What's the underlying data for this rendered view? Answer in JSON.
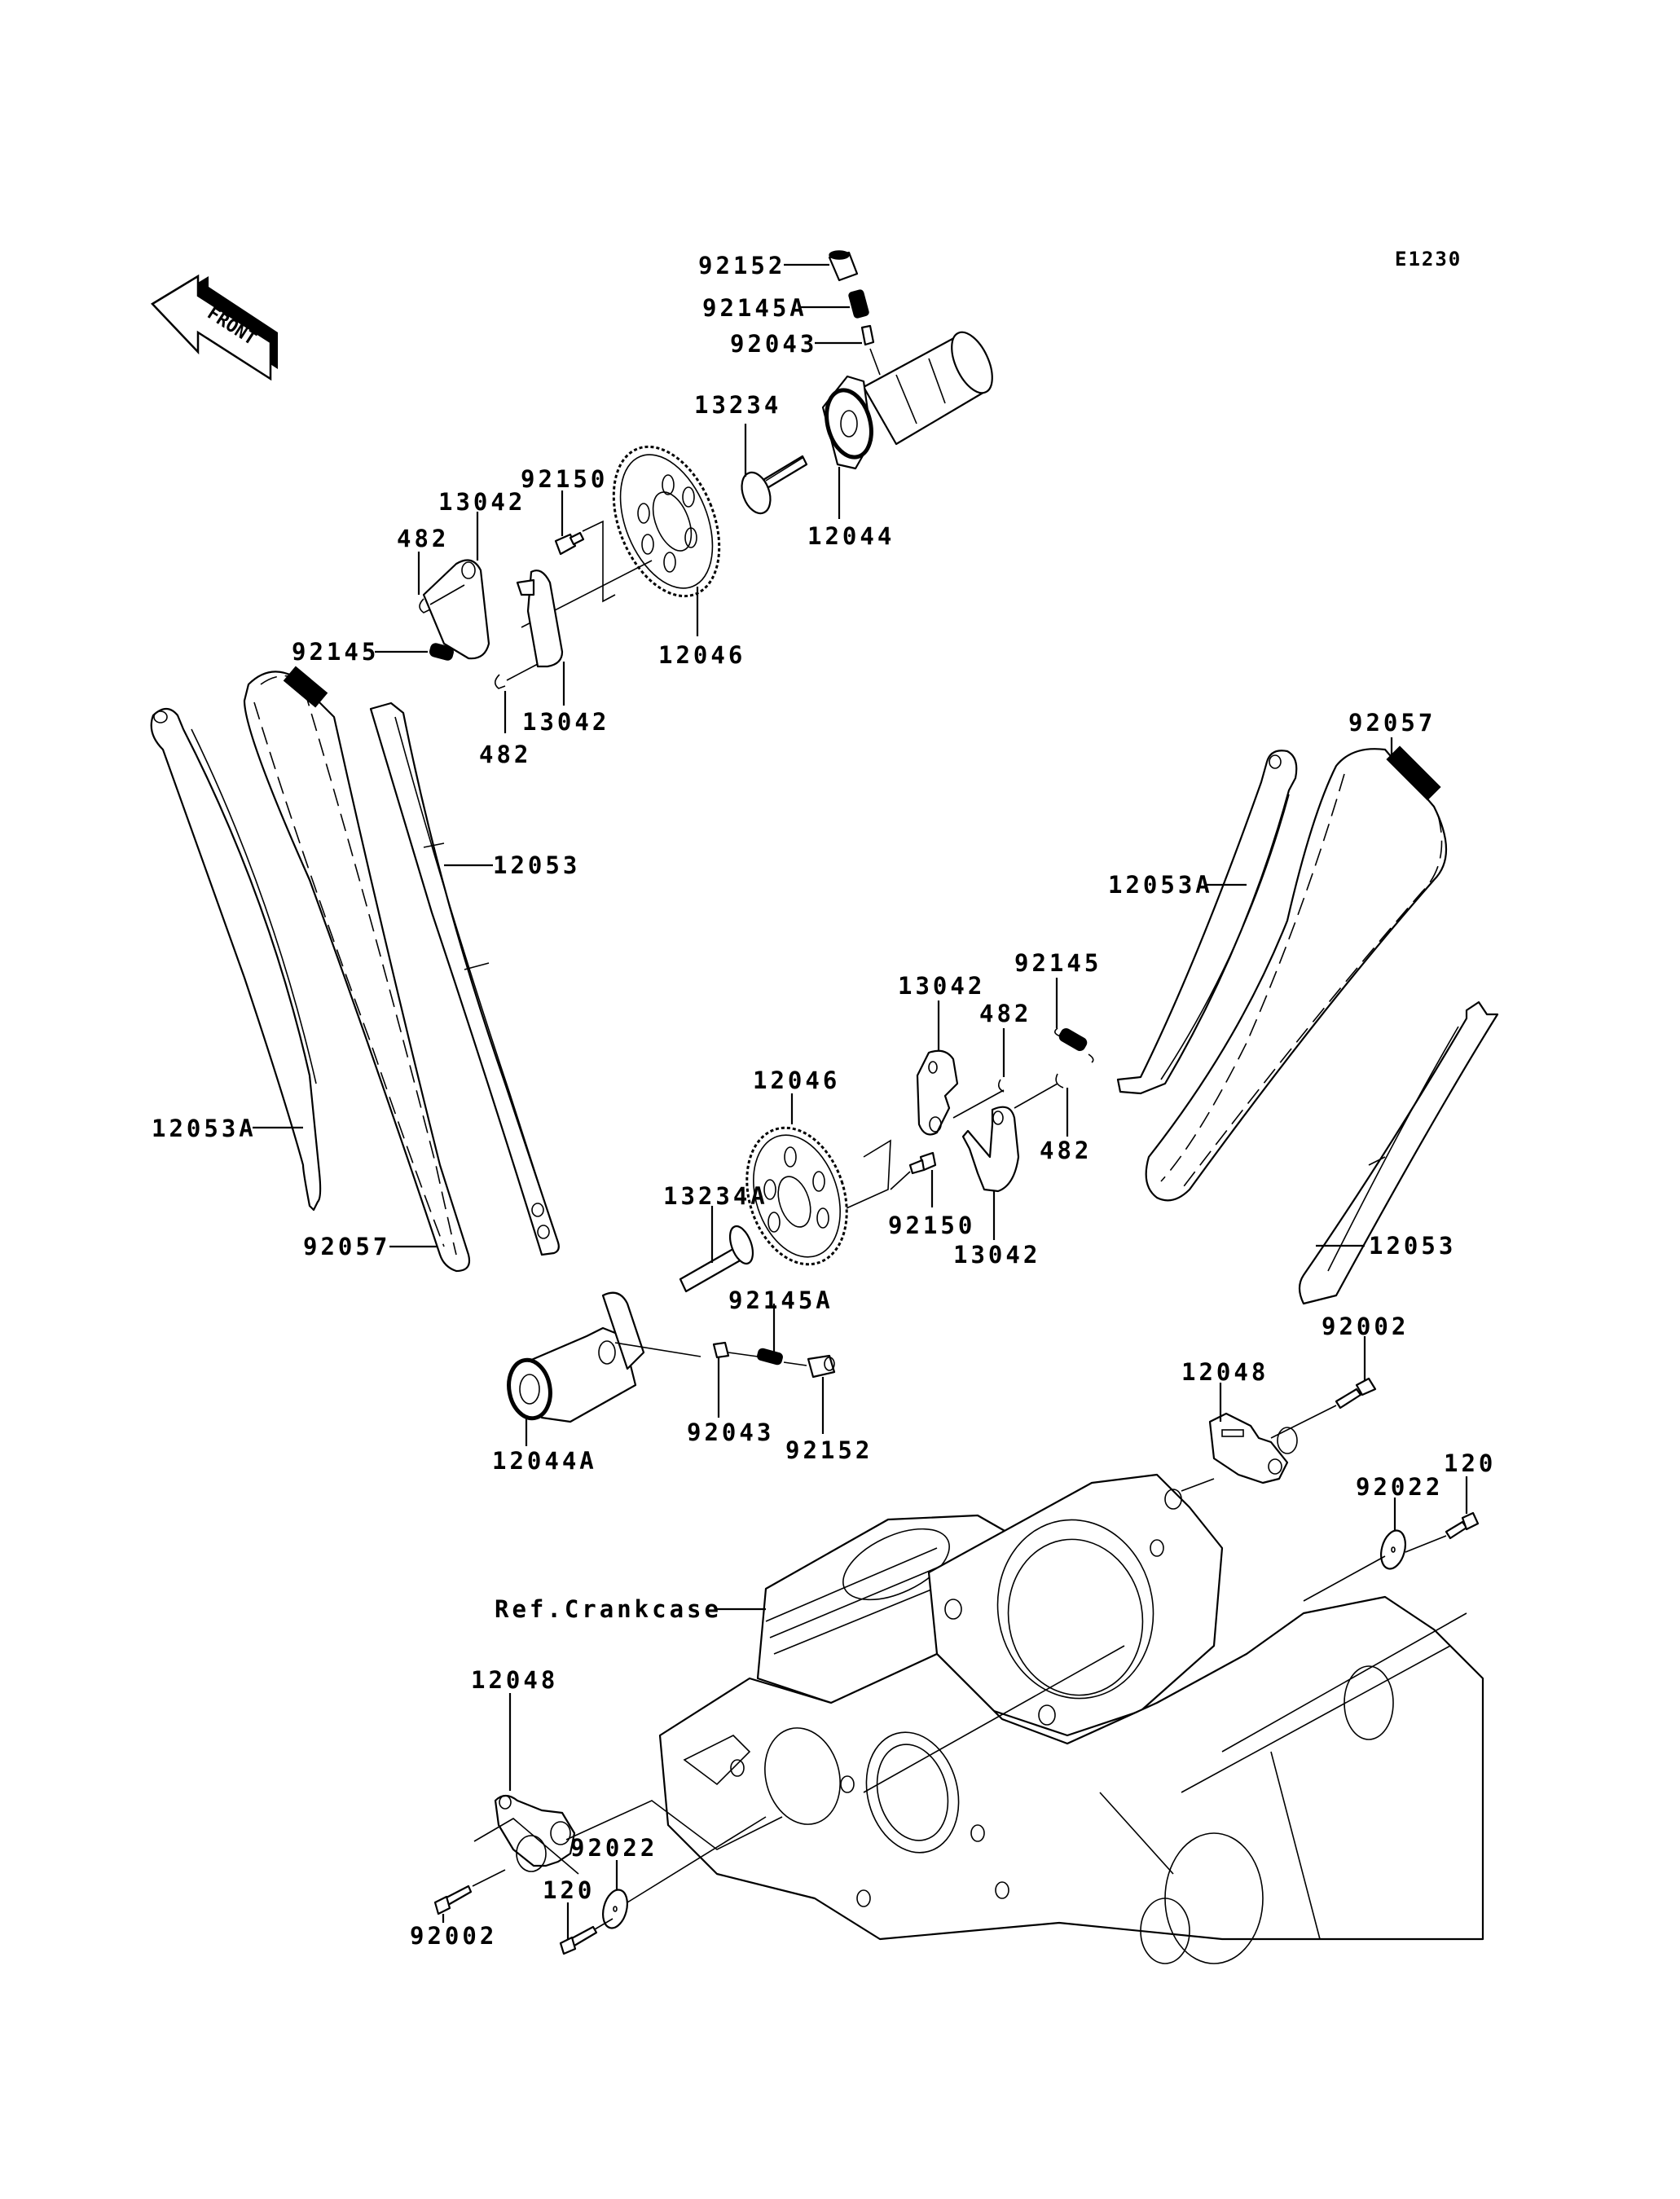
{
  "diagram": {
    "title": "Camshaft / Tensioner exploded parts diagram",
    "figure_code": "E1230",
    "front_arrow_label": "FRONT",
    "reference_label": "Ref.Crankcase",
    "callouts": {
      "rear_cyl_92152": "92152",
      "rear_cyl_92145A": "92145A",
      "rear_cyl_92043": "92043",
      "rear_cyl_13234": "13234",
      "rear_cyl_12044": "12044",
      "rear_cyl_92150": "92150",
      "rear_cyl_13042_a": "13042",
      "rear_cyl_482_a": "482",
      "rear_cyl_92145": "92145",
      "rear_cyl_12046": "12046",
      "rear_cyl_13042_b": "13042",
      "rear_cyl_482_b": "482",
      "left_12053": "12053",
      "left_12053A": "12053A",
      "left_92057": "92057",
      "right_92057": "92057",
      "right_12053A": "12053A",
      "right_12053": "12053",
      "front_cyl_92145": "92145",
      "front_cyl_13042_a": "13042",
      "front_cyl_482_a": "482",
      "front_cyl_482_b": "482",
      "front_cyl_12046": "12046",
      "front_cyl_13234A": "13234A",
      "front_cyl_92150": "92150",
      "front_cyl_13042_b": "13042",
      "front_cyl_92145A": "92145A",
      "front_cyl_12044A": "12044A",
      "front_cyl_92043": "92043",
      "front_cyl_92152": "92152",
      "tensioner_r_12048": "12048",
      "tensioner_r_92002": "92002",
      "tensioner_r_120": "120",
      "tensioner_r_92022": "92022",
      "tensioner_l_12048": "12048",
      "tensioner_l_92002": "92002",
      "tensioner_l_92022": "92022",
      "tensioner_l_120": "120"
    }
  }
}
